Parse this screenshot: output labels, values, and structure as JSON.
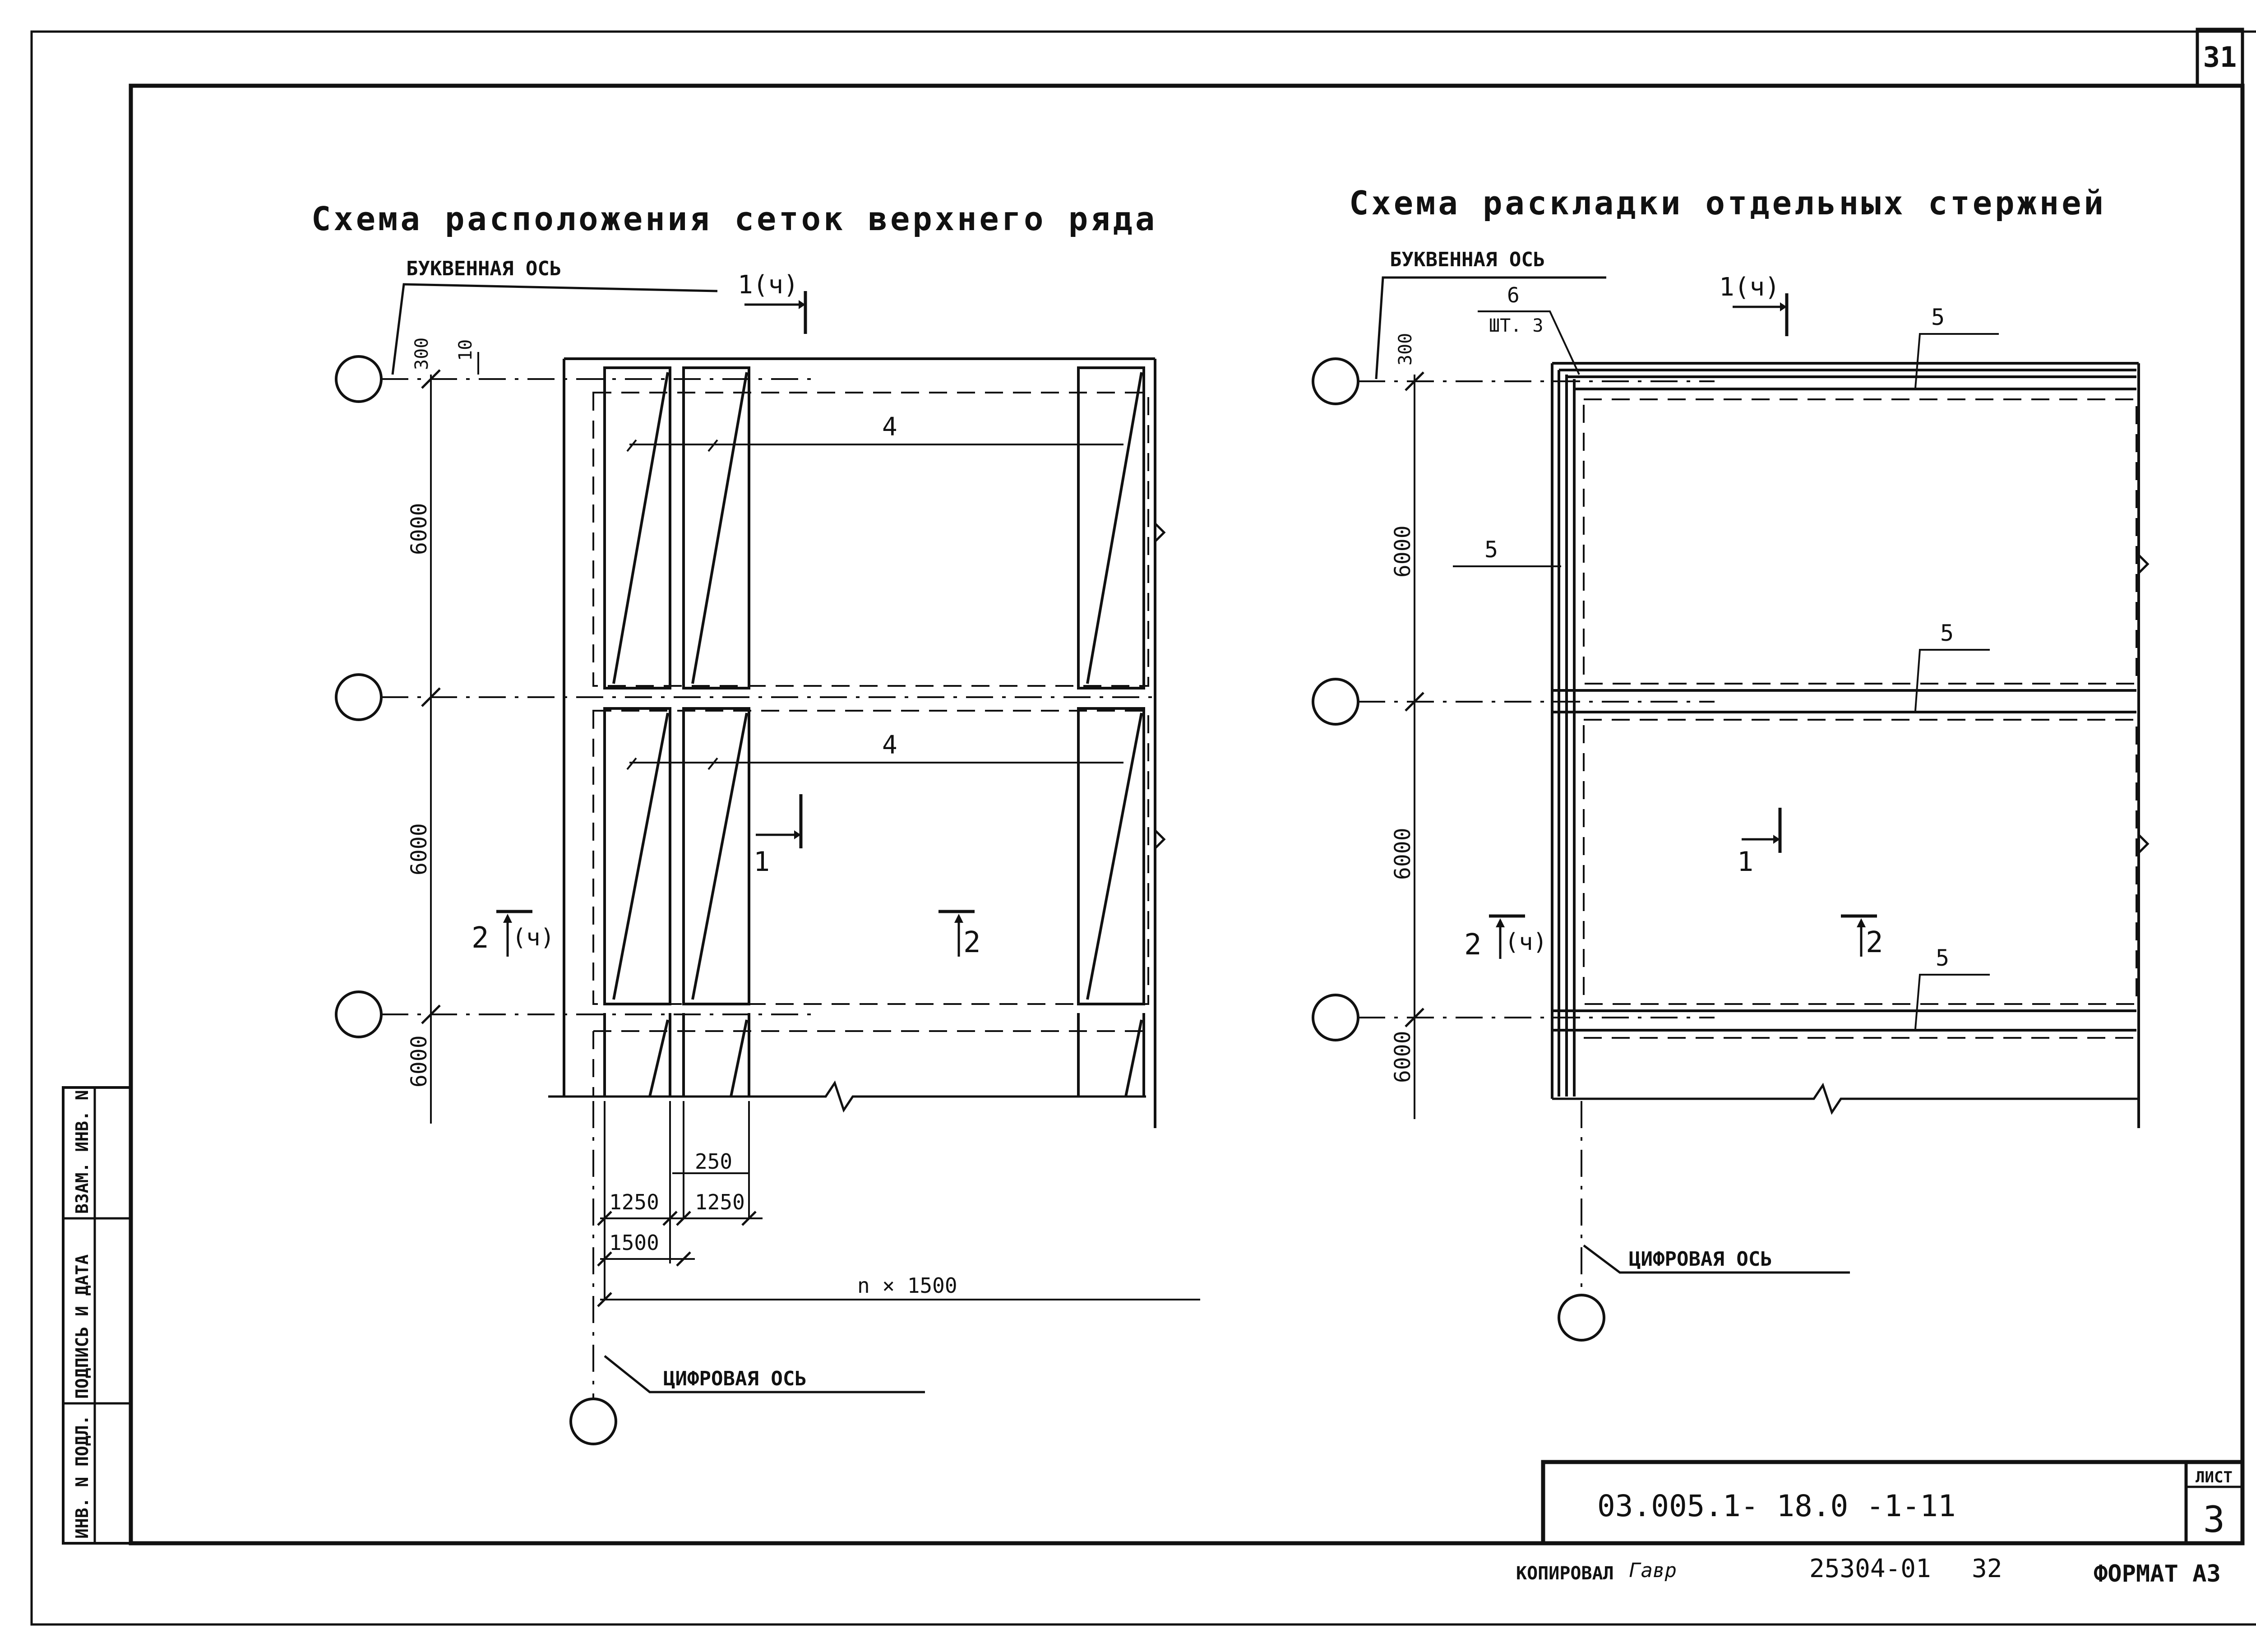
{
  "sheet": {
    "page_number": "31",
    "side_stamp": [
      "ИНВ. N ПОДЛ.",
      "ПОДПИСЬ И ДАТА",
      "ВЗАМ. ИНВ. N"
    ],
    "title_block": {
      "code": "03.005.1- 18.0 -1-11",
      "sheet_label": "ЛИСТ",
      "sheet_number": "3"
    },
    "footer": {
      "copied_label": "КОПИРОВАЛ",
      "signature": "Гавр",
      "archive_number": "25304-01",
      "extra_number": "32",
      "format_label": "ФОРМАТ АЗ"
    }
  },
  "left_scheme": {
    "title": "Схема расположения сеток верхнего ряда",
    "letter_axis_label": "БУКВЕННАЯ ОСЬ",
    "digit_axis_label": "ЦИФРОВАЯ ОСЬ",
    "dims_vertical": [
      "300",
      "6000",
      "6000",
      "6000"
    ],
    "dim_top_small": "10",
    "mesh_mark_top": "4",
    "mesh_mark_mid": "4",
    "section_1_top": "1(ч)",
    "section_1_mid": "1",
    "section_2_left": "2",
    "section_2_left_ref": "(ч)",
    "section_2_right": "2",
    "dims_bottom": [
      "1250",
      "250",
      "1250",
      "1500",
      "n × 1500"
    ]
  },
  "right_scheme": {
    "title": "Схема раскладки отдельных стержней",
    "letter_axis_label": "БУКВЕННАЯ ОСЬ",
    "digit_axis_label": "ЦИФРОВАЯ ОСЬ",
    "dims_vertical": [
      "300",
      "6000",
      "6000",
      "6000"
    ],
    "bar_mark_6": "6",
    "bar_mark_6_qty": "ШТ. 3",
    "bar_mark_5": [
      "5",
      "5",
      "5",
      "5"
    ],
    "section_1_top": "1(ч)",
    "section_1_mid": "1",
    "section_2_left": "2",
    "section_2_left_ref": "(ч)",
    "section_2_right": "2"
  }
}
